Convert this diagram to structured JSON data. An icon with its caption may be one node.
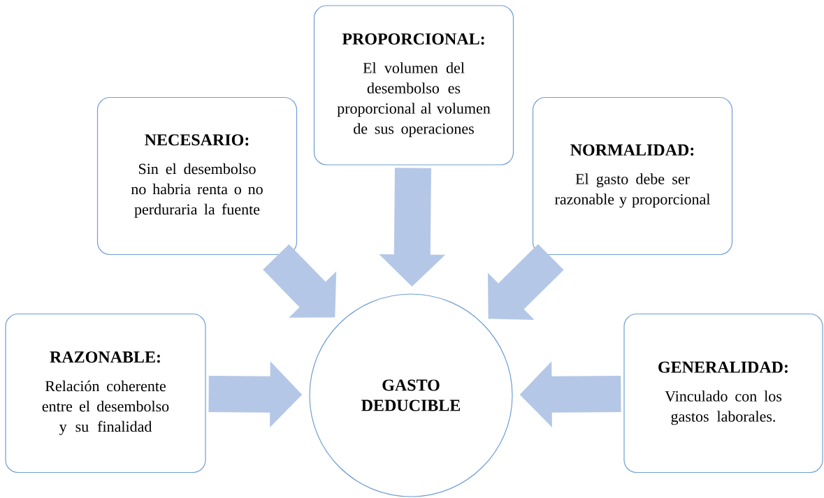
{
  "diagram": {
    "nodes": [
      {
        "text": [
          "PROPORCIONAL:",
          "El volumen del desembolso es proporcional al volumen de sus operaciones"
        ]
      },
      {
        "text": [
          "NECESARIO:",
          "Sin el desembolso no habria renta o no perduraria la fuente"
        ]
      },
      {
        "text": [
          "NORMALIDAD:",
          "El gasto debe ser razonable y proporcional"
        ]
      },
      {
        "text": [
          "RAZONABLE:",
          "Relación coherente entre el desembolso y su finalidad"
        ]
      },
      {
        "text": [
          "GASTO DEDUCIBLE"
        ]
      },
      {
        "text": [
          "GENERALIDAD:",
          "Vinculado con los gastos laborales."
        ]
      }
    ],
    "edges": [
      {
        "from": 0,
        "to": 4,
        "arrow": "to"
      },
      {
        "from": 1,
        "to": 4,
        "arrow": "to"
      },
      {
        "from": 2,
        "to": 4,
        "arrow": "to"
      },
      {
        "from": 3,
        "to": 4,
        "arrow": "to"
      },
      {
        "from": 5,
        "to": 4,
        "arrow": "to"
      }
    ]
  }
}
